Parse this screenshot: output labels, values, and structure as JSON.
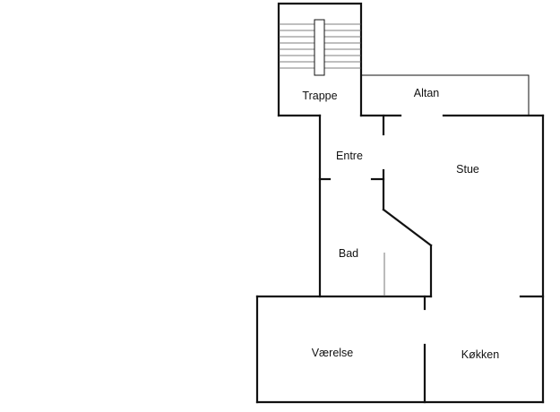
{
  "diagram": {
    "type": "floor-plan",
    "rooms": {
      "trappe": "Trappe",
      "altan": "Altan",
      "entre": "Entre",
      "stue": "Stue",
      "bad": "Bad",
      "vaerelse": "Værelse",
      "koekken": "Køkken"
    },
    "colors": {
      "background": "#ffffff",
      "walls": "#111111"
    }
  }
}
